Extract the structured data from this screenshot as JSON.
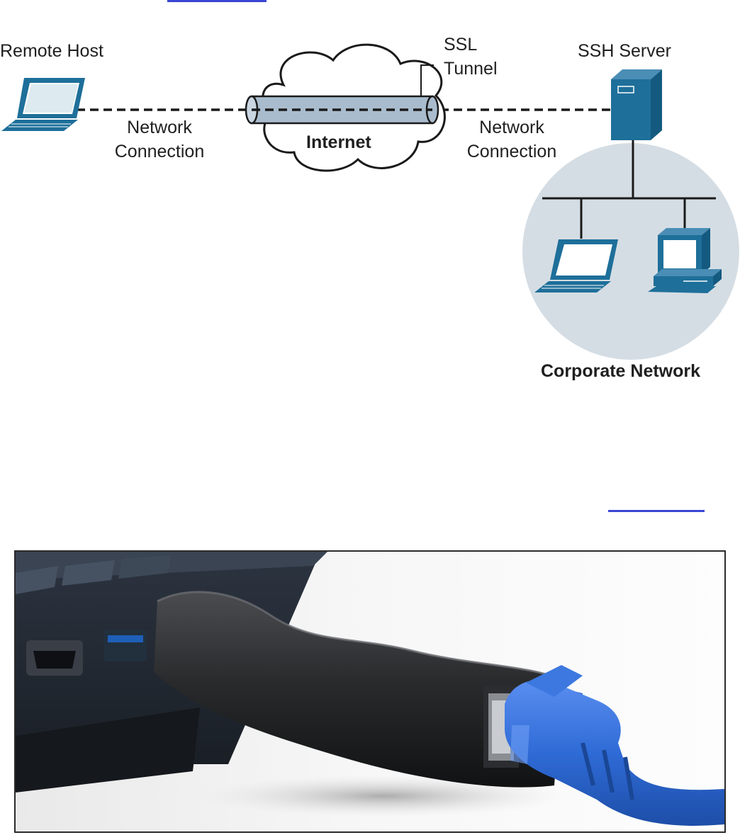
{
  "diagram": {
    "remote_host_label": "Remote Host",
    "ssl_label_line1": "SSL",
    "ssl_label_line2": "Tunnel",
    "ssh_server_label": "SSH Server",
    "left_connection_line1": "Network",
    "left_connection_line2": "Connection",
    "right_connection_line1": "Network",
    "right_connection_line2": "Connection",
    "internet_label": "Internet",
    "corporate_network_label": "Corporate Network"
  },
  "colors": {
    "device_blue": "#1e6f9a",
    "circle_fill": "#d5dde4",
    "tunnel_fill": "#a9bccd",
    "cable_blue": "#2f6bd6",
    "link_blue": "#3a46d4"
  },
  "icons": {
    "remote_host": "laptop-icon",
    "ssh_server": "server-tower-icon",
    "corp_laptop": "laptop-icon",
    "corp_desktop": "desktop-computer-icon",
    "internet": "cloud-icon",
    "tunnel": "pipe-tunnel-icon"
  }
}
